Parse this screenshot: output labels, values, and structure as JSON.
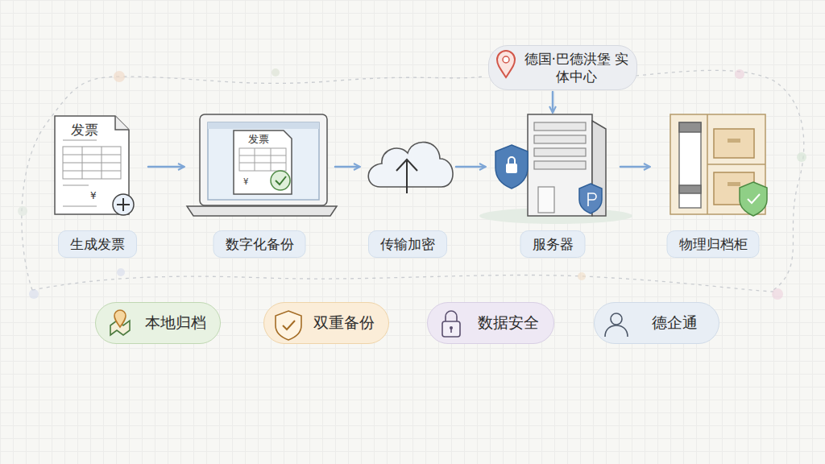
{
  "diagram": {
    "nodes": [
      {
        "text": [
          "生成发票"
        ]
      },
      {
        "text": [
          "数字化备份"
        ]
      },
      {
        "text": [
          "传输加密"
        ]
      },
      {
        "text": [
          "服务器"
        ]
      },
      {
        "text": [
          "物理归档柜"
        ]
      },
      {
        "text": [
          "德国·巴德洪堡 实体中心"
        ]
      },
      {
        "text": [
          "本地归档"
        ]
      },
      {
        "text": [
          "双重备份"
        ]
      },
      {
        "text": [
          "数据安全"
        ]
      },
      {
        "text": [
          "德企通"
        ]
      }
    ],
    "edges": [
      {
        "from": 0,
        "to": 1,
        "arrow": "to"
      },
      {
        "from": 1,
        "to": 2,
        "arrow": "to"
      },
      {
        "from": 2,
        "to": 3,
        "arrow": "to"
      },
      {
        "from": 3,
        "to": 4,
        "arrow": "to"
      },
      {
        "from": 5,
        "to": 3,
        "arrow": "to"
      }
    ],
    "labels": [
      "发票",
      "¥",
      "发票",
      "¥"
    ]
  }
}
